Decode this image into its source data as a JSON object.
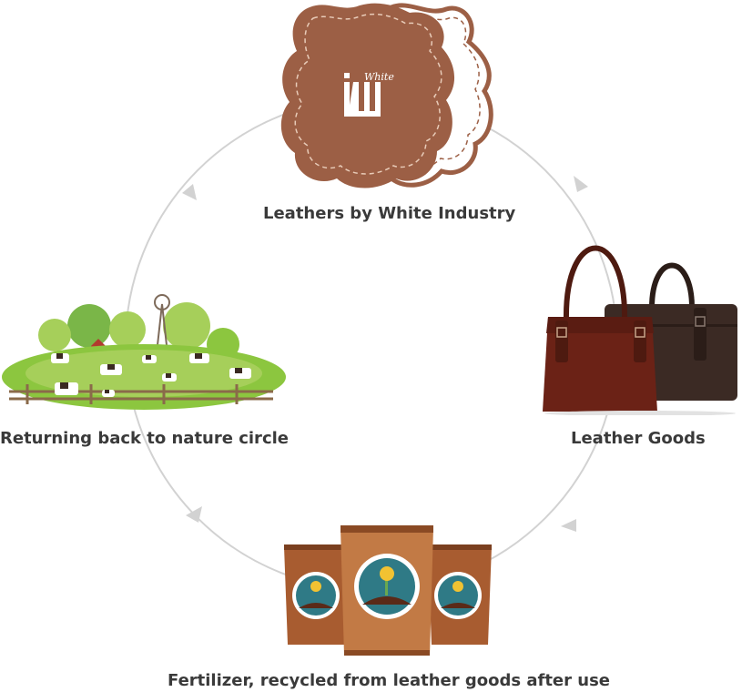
{
  "diagram": {
    "type": "cycle",
    "stages": [
      {
        "id": "leathers",
        "label": "Leathers by White Industry",
        "icon": "leather-hide-icon",
        "logo_text": "White"
      },
      {
        "id": "goods",
        "label": "Leather Goods",
        "icon": "leather-bags-icon"
      },
      {
        "id": "fertilizer",
        "label": "Fertilizer, recycled from leather goods after use",
        "icon": "fertilizer-bags-icon"
      },
      {
        "id": "nature",
        "label": "Returning back to nature circle",
        "icon": "farm-pasture-icon"
      }
    ],
    "arrow_direction": "clockwise"
  },
  "colors": {
    "leather": "#9c5f45",
    "leather_light": "#b87a5e",
    "circle": "#cfcfcf",
    "caption": "#3a3a3a",
    "bag_red": "#6b2216",
    "bag_dark": "#3b2a24",
    "sack": "#b8683a",
    "sack_label": "#2f7a86",
    "grass": "#8cc63f",
    "tree": "#7ab648"
  }
}
